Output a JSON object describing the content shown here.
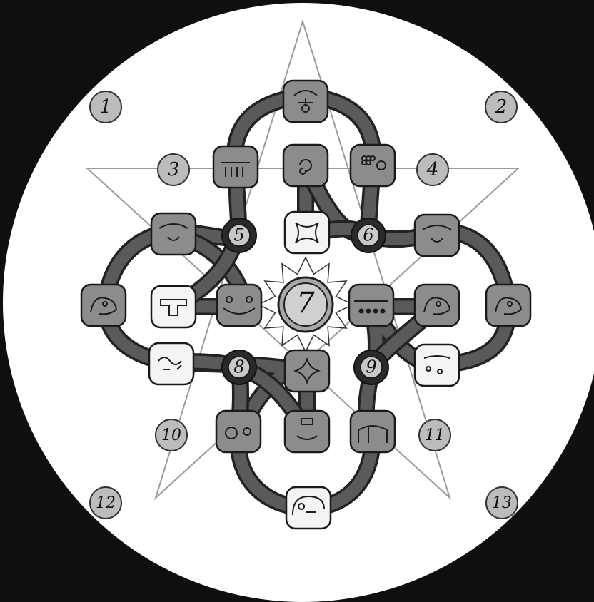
{
  "colors": {
    "background": "#0f0f0f",
    "disc": "#ffffff",
    "band": "#5a5a5a",
    "band_edge": "#222222",
    "glyph_fill": "#8c8c8c",
    "glyph_light": "#f4f4f4",
    "circle_light": "#bcbcbc",
    "circle_dark": "#2a2a2a",
    "star_line": "#9a9a9a"
  },
  "numbers": [
    {
      "id": "1",
      "label": "1",
      "style": "light"
    },
    {
      "id": "2",
      "label": "2",
      "style": "light"
    },
    {
      "id": "3",
      "label": "3",
      "style": "light"
    },
    {
      "id": "4",
      "label": "4",
      "style": "light"
    },
    {
      "id": "5",
      "label": "5",
      "style": "dark"
    },
    {
      "id": "6",
      "label": "6",
      "style": "dark"
    },
    {
      "id": "7",
      "label": "7",
      "style": "center"
    },
    {
      "id": "8",
      "label": "8",
      "style": "dark"
    },
    {
      "id": "9",
      "label": "9",
      "style": "dark"
    },
    {
      "id": "10",
      "label": "10",
      "style": "light"
    },
    {
      "id": "11",
      "label": "11",
      "style": "light"
    },
    {
      "id": "12",
      "label": "12",
      "style": "light"
    },
    {
      "id": "13",
      "label": "13",
      "style": "light"
    }
  ],
  "glyphs": [
    {
      "id": "top-face",
      "icon": "face-glyph-icon",
      "tone": "gray"
    },
    {
      "id": "upper-left-jar",
      "icon": "jar-glyph-icon",
      "tone": "gray"
    },
    {
      "id": "upper-center-spiral",
      "icon": "spiral-glyph-icon",
      "tone": "gray"
    },
    {
      "id": "upper-right-grapes",
      "icon": "grape-glyph-icon",
      "tone": "gray"
    },
    {
      "id": "center-frame",
      "icon": "frame-glyph-icon",
      "tone": "light"
    },
    {
      "id": "left-upper-cap",
      "icon": "cap-glyph-icon",
      "tone": "gray"
    },
    {
      "id": "right-upper-drop",
      "icon": "drop-glyph-icon",
      "tone": "gray"
    },
    {
      "id": "far-left-animal",
      "icon": "animal-head-glyph-icon",
      "tone": "gray"
    },
    {
      "id": "t-glyph",
      "icon": "t-shape-glyph-icon",
      "tone": "light"
    },
    {
      "id": "left-center-crown",
      "icon": "crown-glyph-icon",
      "tone": "gray"
    },
    {
      "id": "right-center-dots",
      "icon": "dots-glyph-icon",
      "tone": "gray"
    },
    {
      "id": "right-center-head",
      "icon": "profile-head-glyph-icon",
      "tone": "gray"
    },
    {
      "id": "far-right-head",
      "icon": "skull-head-glyph-icon",
      "tone": "gray"
    },
    {
      "id": "left-lower-serpent",
      "icon": "serpent-glyph-icon",
      "tone": "light"
    },
    {
      "id": "lower-center-star",
      "icon": "star-cross-glyph-icon",
      "tone": "gray"
    },
    {
      "id": "right-lower-hand",
      "icon": "hand-glyph-icon",
      "tone": "light"
    },
    {
      "id": "lower-left-eye",
      "icon": "eye-glyph-icon",
      "tone": "gray"
    },
    {
      "id": "lower-center-box",
      "icon": "box-glyph-icon",
      "tone": "gray"
    },
    {
      "id": "lower-right-arch",
      "icon": "arch-glyph-icon",
      "tone": "gray"
    },
    {
      "id": "bottom-jaguar",
      "icon": "jaguar-glyph-icon",
      "tone": "light"
    }
  ]
}
